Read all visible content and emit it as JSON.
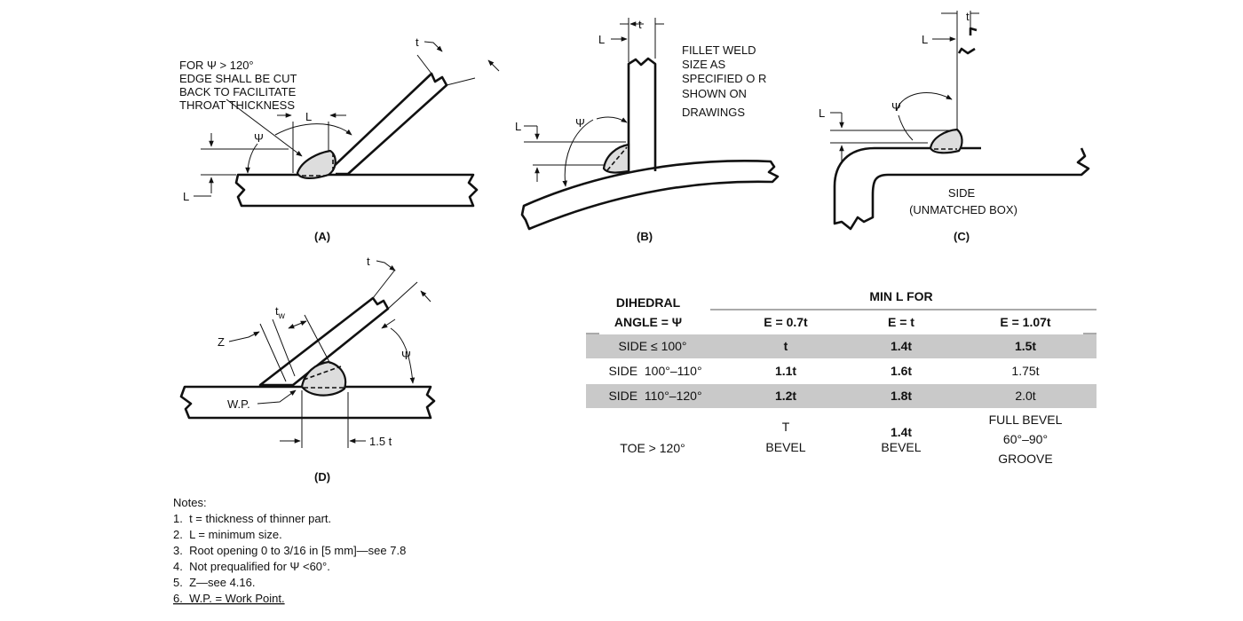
{
  "figure_a": {
    "note_lines": [
      "FOR Ψ > 120°",
      "EDGE SHALL BE CUT",
      "BACK TO FACILITATE",
      "THROAT THICKNESS"
    ],
    "t_label": "t",
    "l_label": "L",
    "l_label_2": "L",
    "psi_label": "Ψ",
    "caption": "(A)"
  },
  "figure_b": {
    "note_lines": [
      "FILLET WELD",
      "SIZE AS",
      "SPECIFIED O R",
      "SHOWN ON",
      "DRAWINGS"
    ],
    "t_label": "t",
    "l_label": "L",
    "l_label_2": "L",
    "psi_label": "Ψ",
    "caption": "(B)"
  },
  "figure_c": {
    "t_label": "t",
    "l_label": "L",
    "l_label_2": "L",
    "psi_label": "Ψ",
    "side_lines": [
      "SIDE",
      "(UNMATCHED BOX)"
    ],
    "caption": "(C)"
  },
  "figure_d": {
    "t_label": "t",
    "tw_label": "t",
    "tw_sub": "w",
    "z_label": "Z",
    "psi_label": "Ψ",
    "wp_label": "W.P.",
    "dim_label": "1.5 t",
    "caption": "(D)"
  },
  "table": {
    "header_col1": [
      "DIHEDRAL",
      "ANGLE = Ψ"
    ],
    "header_group": "MIN L FOR",
    "columns": [
      "E = 0.7t",
      "E = t",
      "E = 1.07t"
    ],
    "rows": [
      {
        "label": "SIDE ≤ 100°",
        "values": [
          "t",
          "1.4t",
          "1.5t"
        ],
        "shaded": true
      },
      {
        "label": "SIDE  100°–110°",
        "values": [
          "1.1t",
          "1.6t",
          "1.75t"
        ],
        "shaded": false
      },
      {
        "label": "SIDE  110°–120°",
        "values": [
          "1.2t",
          "1.8t",
          "2.0t"
        ],
        "shaded": true
      }
    ],
    "toe_row": {
      "label": "TOE > 120°",
      "c1": [
        "T",
        "BEVEL"
      ],
      "c2": [
        "1.4t",
        "BEVEL"
      ],
      "c3": [
        "FULL BEVEL",
        "60°–90°",
        "GROOVE"
      ]
    }
  },
  "notes": {
    "title": "Notes:",
    "items": [
      "1.  t = thickness of thinner part.",
      "2.  L = minimum size.",
      "3.  Root opening 0 to 3/16 in [5 mm]—see 7.8",
      "4.  Not prequalified for Ψ <60°.",
      "5.  Z—see 4.16.",
      "6.  W.P. = Work Point."
    ]
  },
  "colors": {
    "shade": "#c9c9c9",
    "weld": "#dddddd",
    "ink": "#111111"
  }
}
